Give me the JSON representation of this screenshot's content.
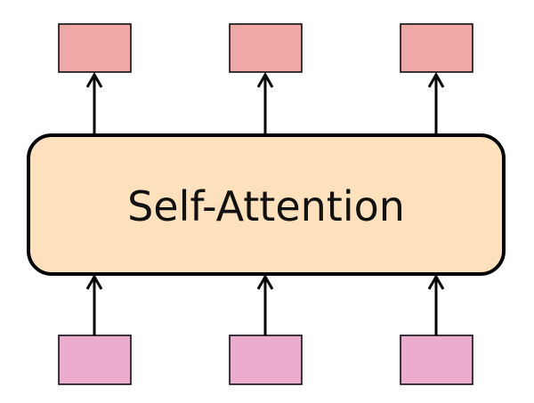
{
  "diagram": {
    "block": {
      "label": "Self-Attention"
    },
    "colors": {
      "block_fill": "#FDE0BC",
      "output_fill": "#EFA8A6",
      "input_fill": "#EBABCD",
      "stroke": "#000000"
    },
    "connections": [
      {
        "from": "input-1",
        "to": "self-attention-block"
      },
      {
        "from": "input-2",
        "to": "self-attention-block"
      },
      {
        "from": "input-3",
        "to": "self-attention-block"
      },
      {
        "from": "self-attention-block",
        "to": "output-1"
      },
      {
        "from": "self-attention-block",
        "to": "output-2"
      },
      {
        "from": "self-attention-block",
        "to": "output-3"
      }
    ]
  }
}
